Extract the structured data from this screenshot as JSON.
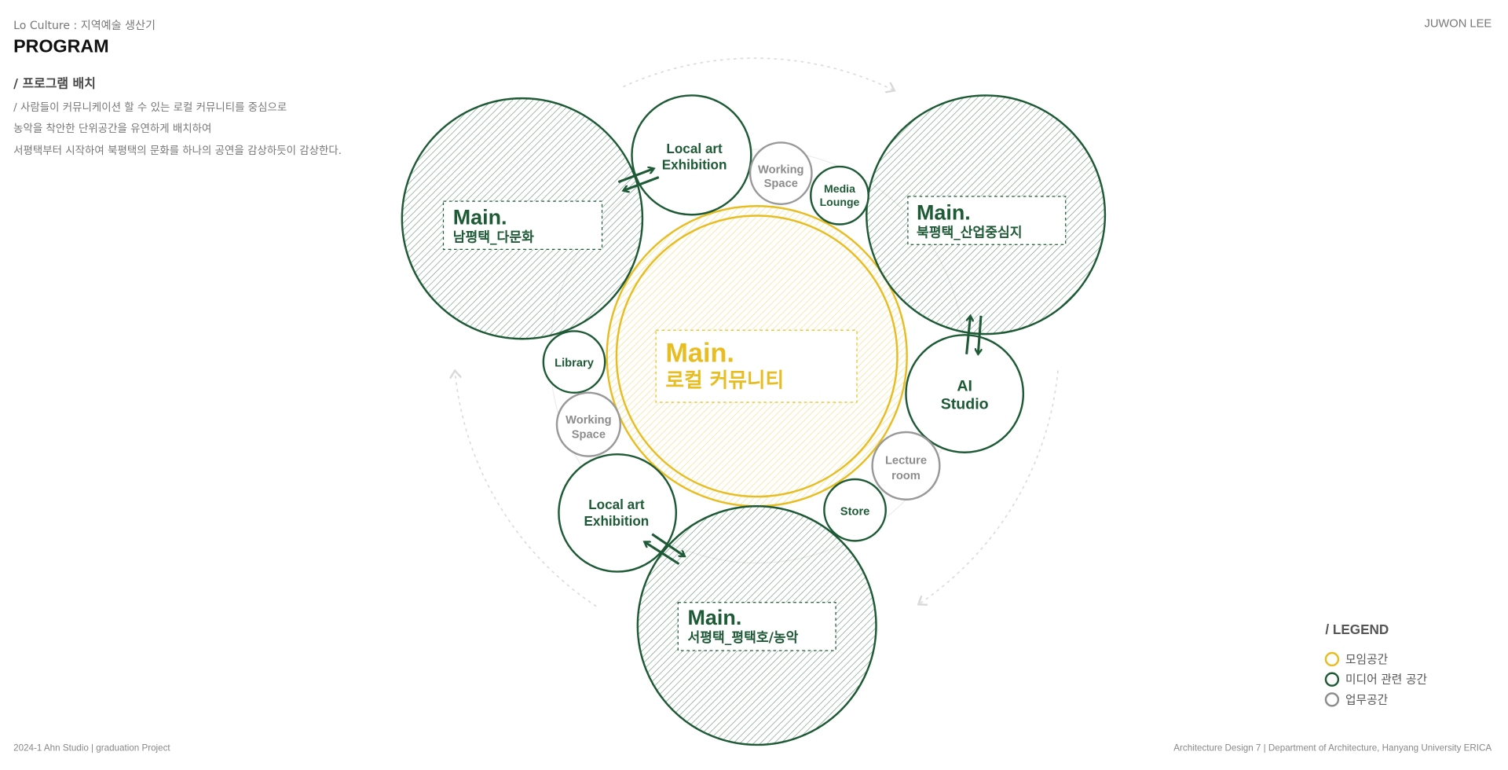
{
  "header": {
    "subtitle": "Lo Culture : 지역예술 생산기",
    "title": "PROGRAM",
    "author": "JUWON LEE"
  },
  "section": {
    "heading": "/ 프로그램 배치",
    "lines": [
      "/ 사람들이 커뮤니케이션 할 수 있는 로컬 커뮤니티를 중심으로",
      "농악을 착안한 단위공간을 유연하게 배치하여",
      "서평택부터 시작하여 북평택의 문화를 하나의 공연을 감상하듯이 감상한다."
    ]
  },
  "diagram": {
    "center": {
      "main": "Main.",
      "name": "로컬 커뮤니티"
    },
    "mains": [
      {
        "main": "Main.",
        "name": "남평택_다문화"
      },
      {
        "main": "Main.",
        "name": "북평택_산업중심지"
      },
      {
        "main": "Main.",
        "name": "서평택_평택호/농악"
      }
    ],
    "spaces": [
      {
        "lines": [
          "Local art",
          "Exhibition"
        ],
        "type": "media"
      },
      {
        "lines": [
          "Working",
          "Space"
        ],
        "type": "work"
      },
      {
        "lines": [
          "Media",
          "Lounge"
        ],
        "type": "media"
      },
      {
        "lines": [
          "AI",
          "Studio"
        ],
        "type": "media"
      },
      {
        "lines": [
          "Lecture",
          "room"
        ],
        "type": "work"
      },
      {
        "lines": [
          "Store"
        ],
        "type": "media"
      },
      {
        "lines": [
          "Library"
        ],
        "type": "media"
      },
      {
        "lines": [
          "Working",
          "Space"
        ],
        "type": "work"
      },
      {
        "lines": [
          "Local art",
          "Exhibition"
        ],
        "type": "media"
      }
    ]
  },
  "legend": {
    "title": "/ LEGEND",
    "items": [
      {
        "label": "모임공간",
        "color": "#e7bd22"
      },
      {
        "label": "미디어 관련 공간",
        "color": "#1d5a35"
      },
      {
        "label": "업무공간",
        "color": "#8c8c8c"
      }
    ]
  },
  "footer": {
    "left": "2024-1 Ahn Studio | graduation Project",
    "right": "Architecture Design 7 | Department of Architecture, Hanyang University ERICA"
  }
}
